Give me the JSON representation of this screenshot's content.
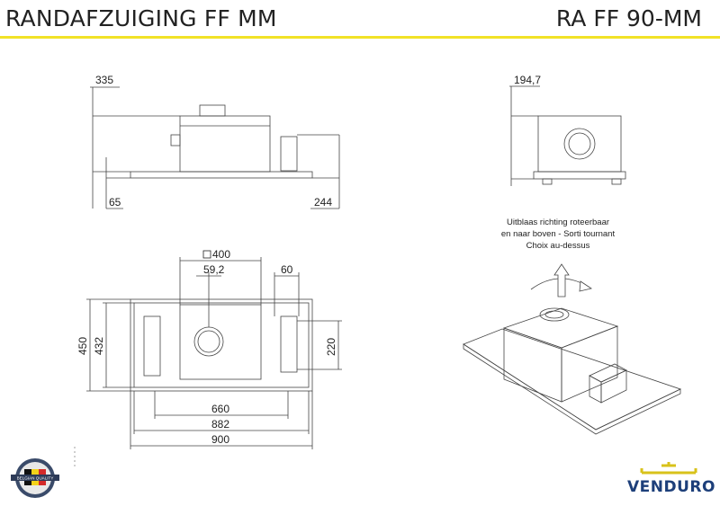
{
  "header": {
    "title": "RANDAFZUIGING FF MM",
    "model": "RA FF 90-MM",
    "accent_color": "#f2e227"
  },
  "dimensions": {
    "side_height": "335",
    "side_base": "65",
    "side_depth": "244",
    "front_height": "194,7",
    "top_box": "400",
    "top_offset": "59,2",
    "top_ctrl": "60",
    "top_depth": "450",
    "top_inner_depth": "432",
    "top_ctrl_h": "220",
    "width_660": "660",
    "width_882": "882",
    "width_900": "900"
  },
  "note": {
    "line1": "Uitblaas richting roteerbaar",
    "line2": "en naar boven - Sorti tournant",
    "line3": "Choix au-dessus"
  },
  "badge": {
    "text": "BELGIAN QUALITY",
    "icon": "belgian-quality-seal-icon"
  },
  "brand": {
    "name": "VENDURO",
    "color": "#1d3f7a",
    "icon_color": "#d8c21a"
  }
}
